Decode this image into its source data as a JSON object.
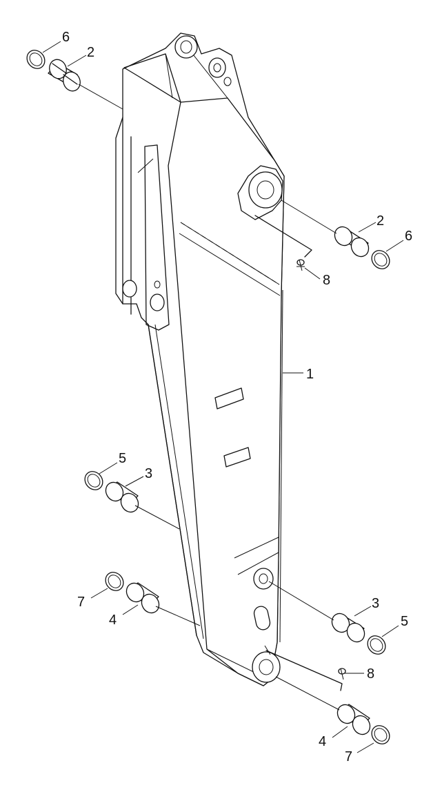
{
  "labels": {
    "arm": "1",
    "bushing_top_left": "2",
    "bushing_top_right": "2",
    "bushing_mid_left": "3",
    "bushing_mid_right": "3",
    "bushing_low_left": "4",
    "bushing_low_right": "4",
    "shim_mid_left": "5",
    "shim_mid_right": "5",
    "shim_top_left": "6",
    "shim_top_right": "6",
    "shim_low_left": "7",
    "shim_low_right": "7",
    "grease_fitting_top": "8",
    "grease_fitting_low": "8"
  }
}
